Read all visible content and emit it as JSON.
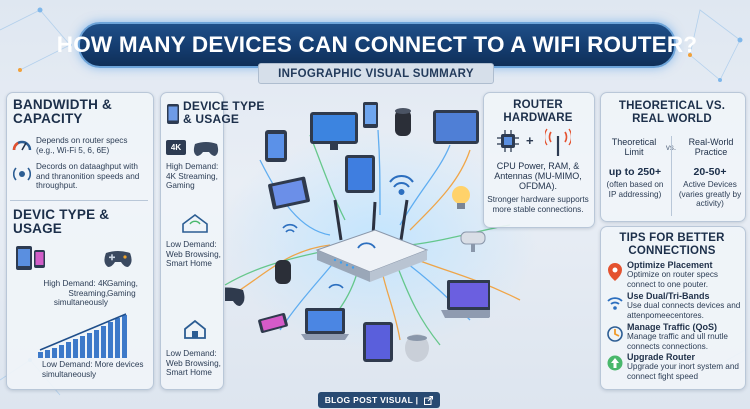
{
  "title": "HOW MANY DEVICES CAN CONNECT TO A WIFI ROUTER?",
  "subtitle": "INFOGRAPHIC VISUAL SUMMARY",
  "left_panel": {
    "bandwidth": {
      "heading": "BANDWIDTH & CAPACITY",
      "item1": "Depends on router specs (e.g., Wi-Fi 5, 6, 6E)",
      "item2": "Decords on dataaghput with and thranonition speeds and throughput."
    },
    "device_type": {
      "heading": "DEVIC TYPE & USAGE",
      "high_demand": "High Demand: 4K Streaming, simultaneously",
      "gaming": "Gaming, Gaming",
      "low_demand": "Low Demand: More devices simultaneously"
    }
  },
  "center_left": {
    "heading": "DEVICE TYPE & USAGE",
    "badge_4k": "4K",
    "high_demand": "High Demand: 4K Streaming, Gaming",
    "low_demand_1": "Low Demand: Web Browsing, Smart Home",
    "low_demand_2": "Low Demand: Web Browsing, Smart Home"
  },
  "router_hardware": {
    "heading": "ROUTER HARDWARE",
    "plus": "+",
    "desc": "CPU Power, RAM, & Antennas (MU-MIMO, OFDMA).",
    "note": "Stronger hardware supports more stable connections."
  },
  "theoretical": {
    "heading": "THEORETICAL VS. REAL WORLD",
    "col1_title": "Theoretical Limit",
    "vs": "vs.",
    "col2_title": "Real-World Practice",
    "col1_value": "up to 250+",
    "col1_note": "(often based on IP addressing)",
    "col2_value": "20-50+",
    "col2_note": "Active Devices (varies greatly by activity)"
  },
  "tips": {
    "heading": "TIPS FOR BETTER CONNECTIONS",
    "items": [
      {
        "title": "Optimize Placement",
        "desc": "Optimize on router specs connect to one pouter."
      },
      {
        "title": "Use Dual/Tri-Bands",
        "desc": "Use dual connects devices and attenpomeecentores."
      },
      {
        "title": "Manage Traffic (QoS)",
        "desc": "Manage traffic and ull rnutle connects connections."
      },
      {
        "title": "Upgrade Router",
        "desc": "Upgrade your inort system and connect fight speed"
      }
    ]
  },
  "footer": {
    "label": "BLOG POST VISUAL |",
    "icon": "external-link-icon"
  },
  "colors": {
    "title_bg": "#143b6d",
    "accent_blue": "#3c8de0",
    "accent_orange": "#f09a2a",
    "accent_green": "#49b86c"
  }
}
